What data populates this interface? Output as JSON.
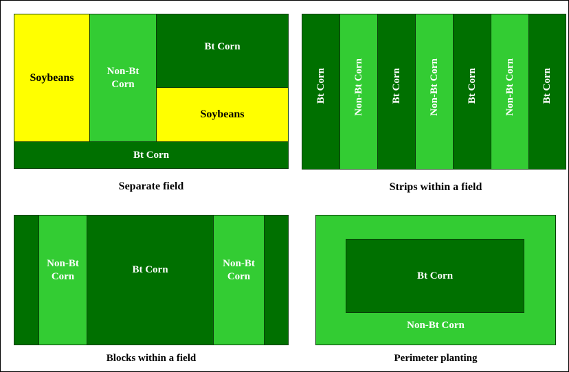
{
  "separate_field": {
    "caption": "Separate field",
    "soybeans_left": "Soybeans",
    "non_bt": "Non-Bt\nCorn",
    "bt_top_right": "Bt Corn",
    "soybeans_right": "Soybeans",
    "bt_bottom": "Bt Corn"
  },
  "strips": {
    "caption": "Strips within a field",
    "labels": [
      "Bt Corn",
      "Non-Bt Corn",
      "Bt Corn",
      "Non-Bt Corn",
      "Bt Corn",
      "Non-Bt Corn",
      "Bt Corn"
    ]
  },
  "blocks": {
    "caption": "Blocks within a field",
    "non_bt_left": "Non-Bt\nCorn",
    "bt_center": "Bt Corn",
    "non_bt_right": "Non-Bt\nCorn"
  },
  "perimeter": {
    "caption": "Perimeter planting",
    "bt_inner": "Bt Corn",
    "non_bt_outer": "Non-Bt Corn"
  },
  "colors": {
    "bt_corn": "#007000",
    "non_bt_corn": "#33cc33",
    "soybeans": "#ffff00"
  }
}
